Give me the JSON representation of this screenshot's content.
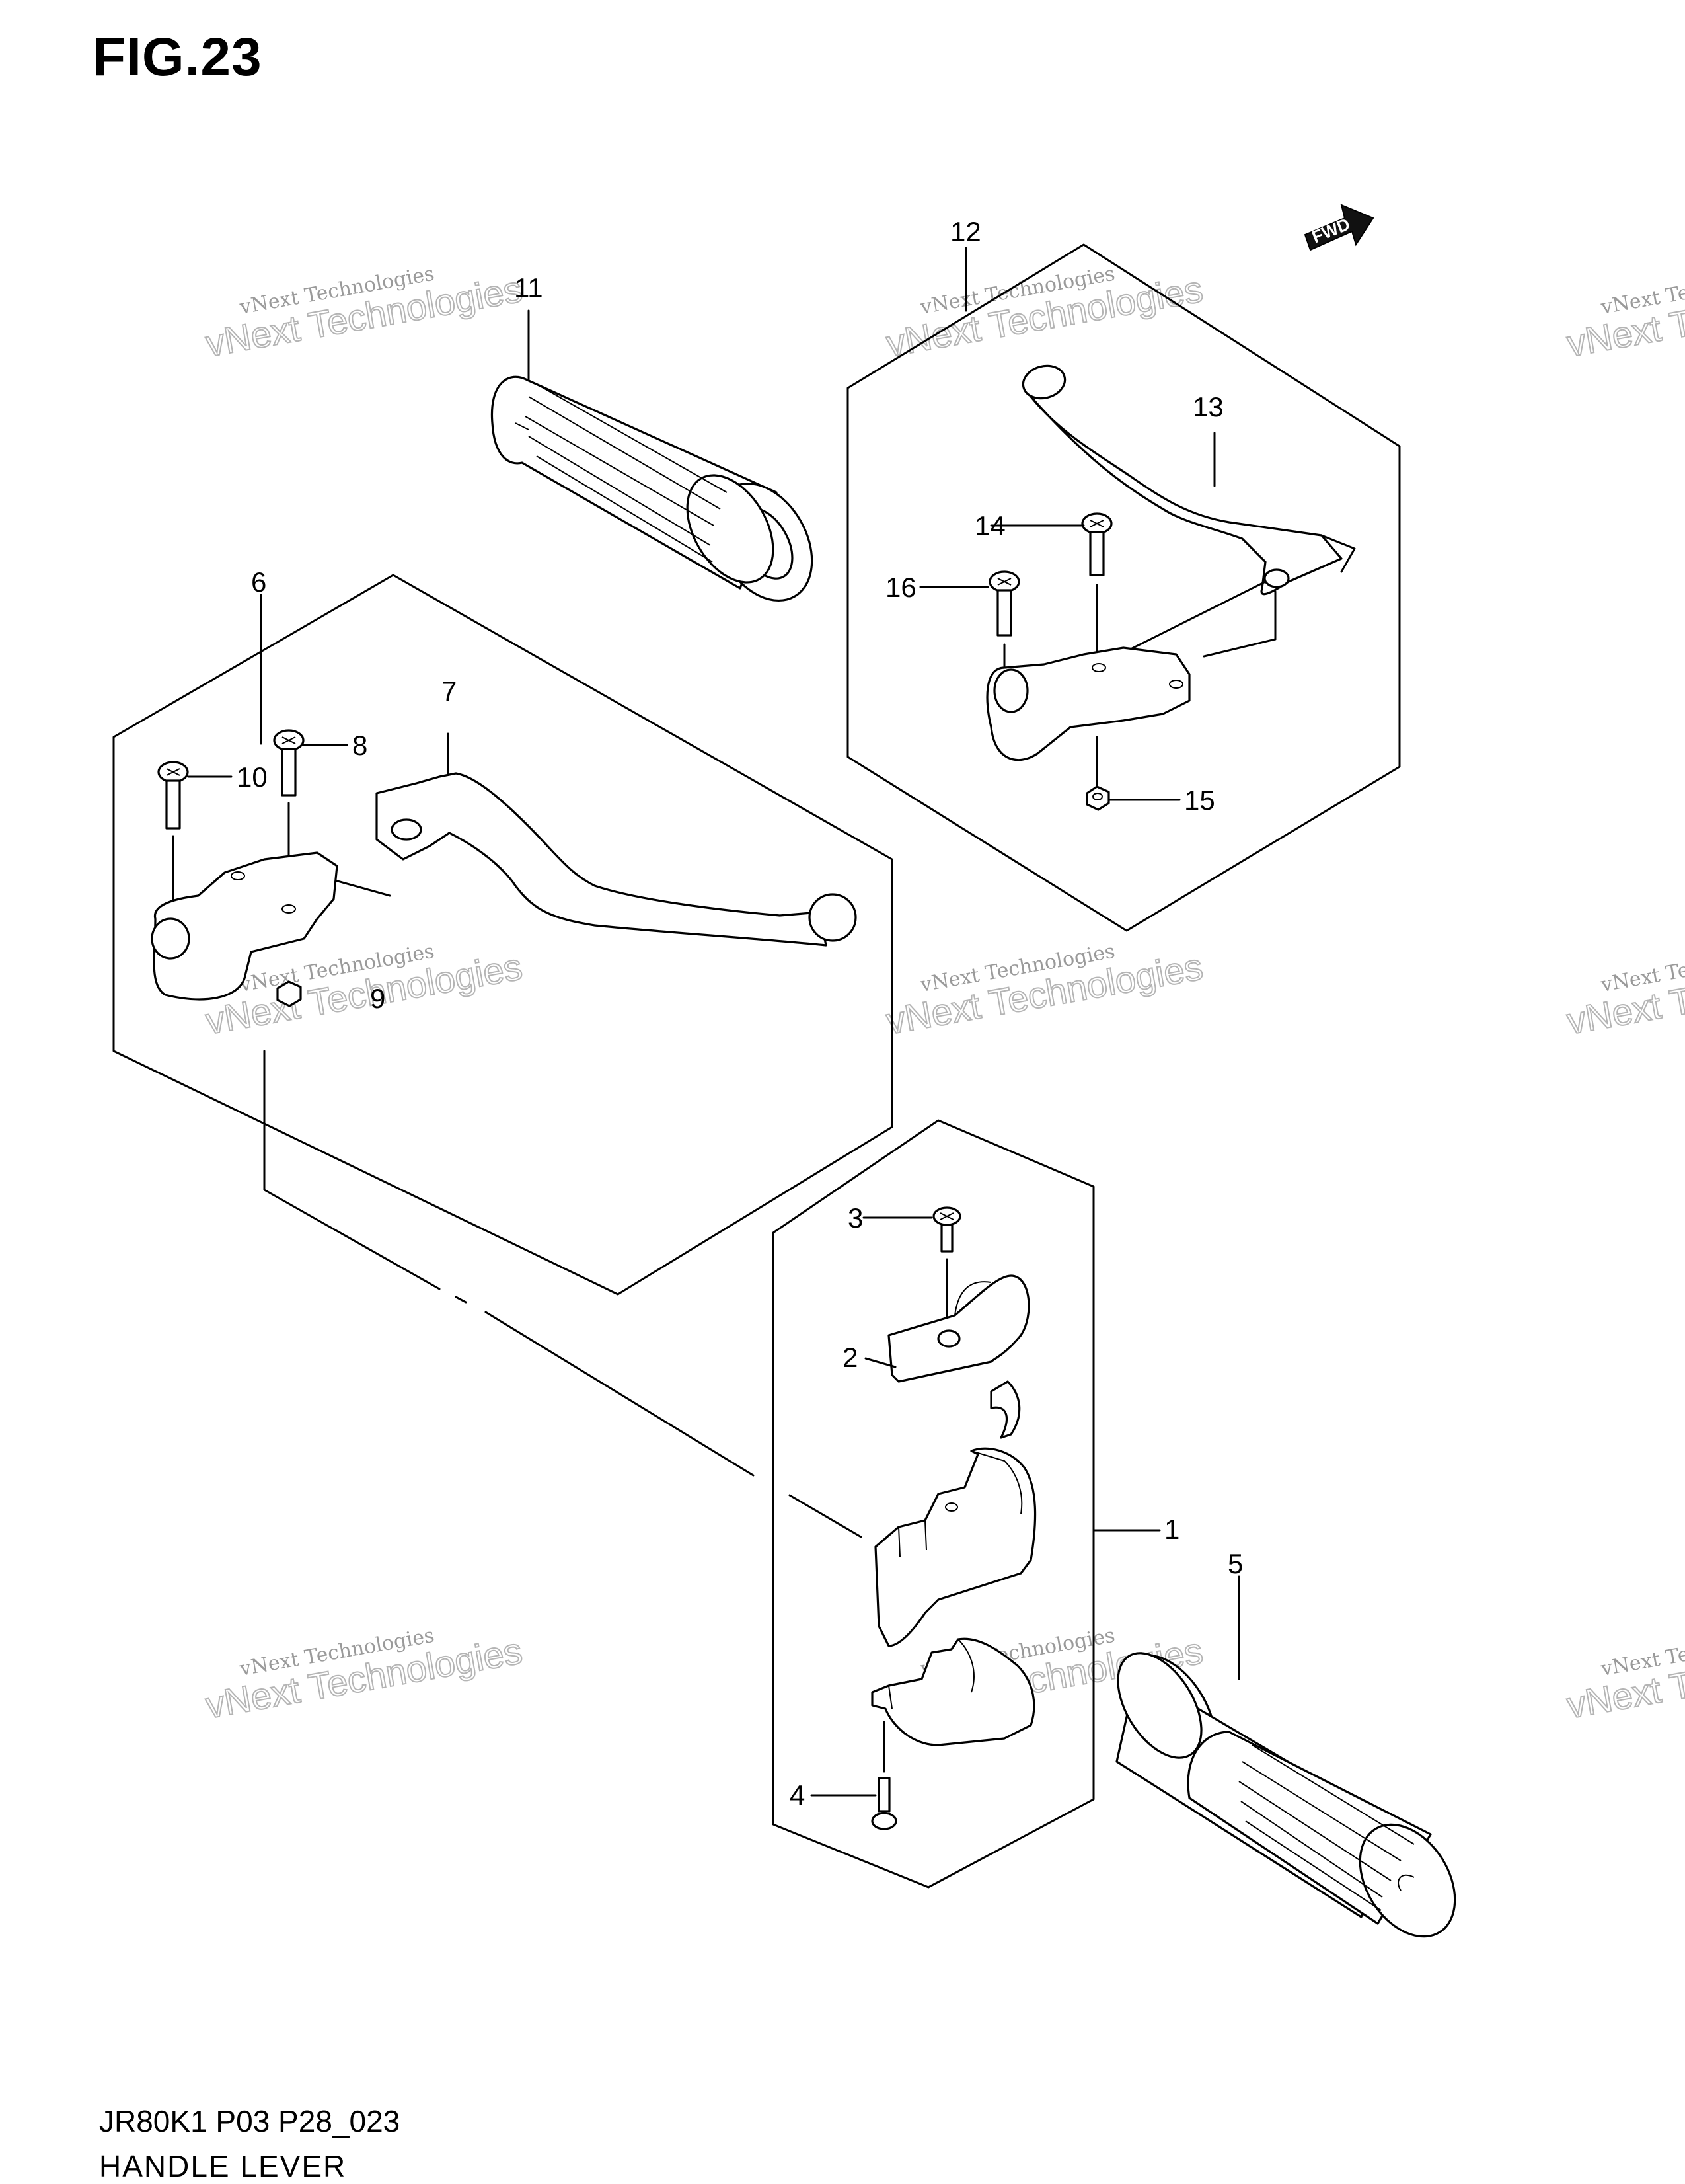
{
  "figure": {
    "title": "FIG.23"
  },
  "footer": {
    "model_code": "JR80K1 P03 P28_023",
    "part_name": "HANDLE LEVER"
  },
  "direction_badge": {
    "label": "FWD"
  },
  "watermark": {
    "line1": "vNext Technologies",
    "line2": "vNext Technologies"
  },
  "callouts": {
    "c1": "1",
    "c2": "2",
    "c3": "3",
    "c4": "4",
    "c5": "5",
    "c6": "6",
    "c7": "7",
    "c8": "8",
    "c9": "9",
    "c10": "10",
    "c11": "11",
    "c12": "12",
    "c13": "13",
    "c14": "14",
    "c15": "15",
    "c16": "16"
  }
}
